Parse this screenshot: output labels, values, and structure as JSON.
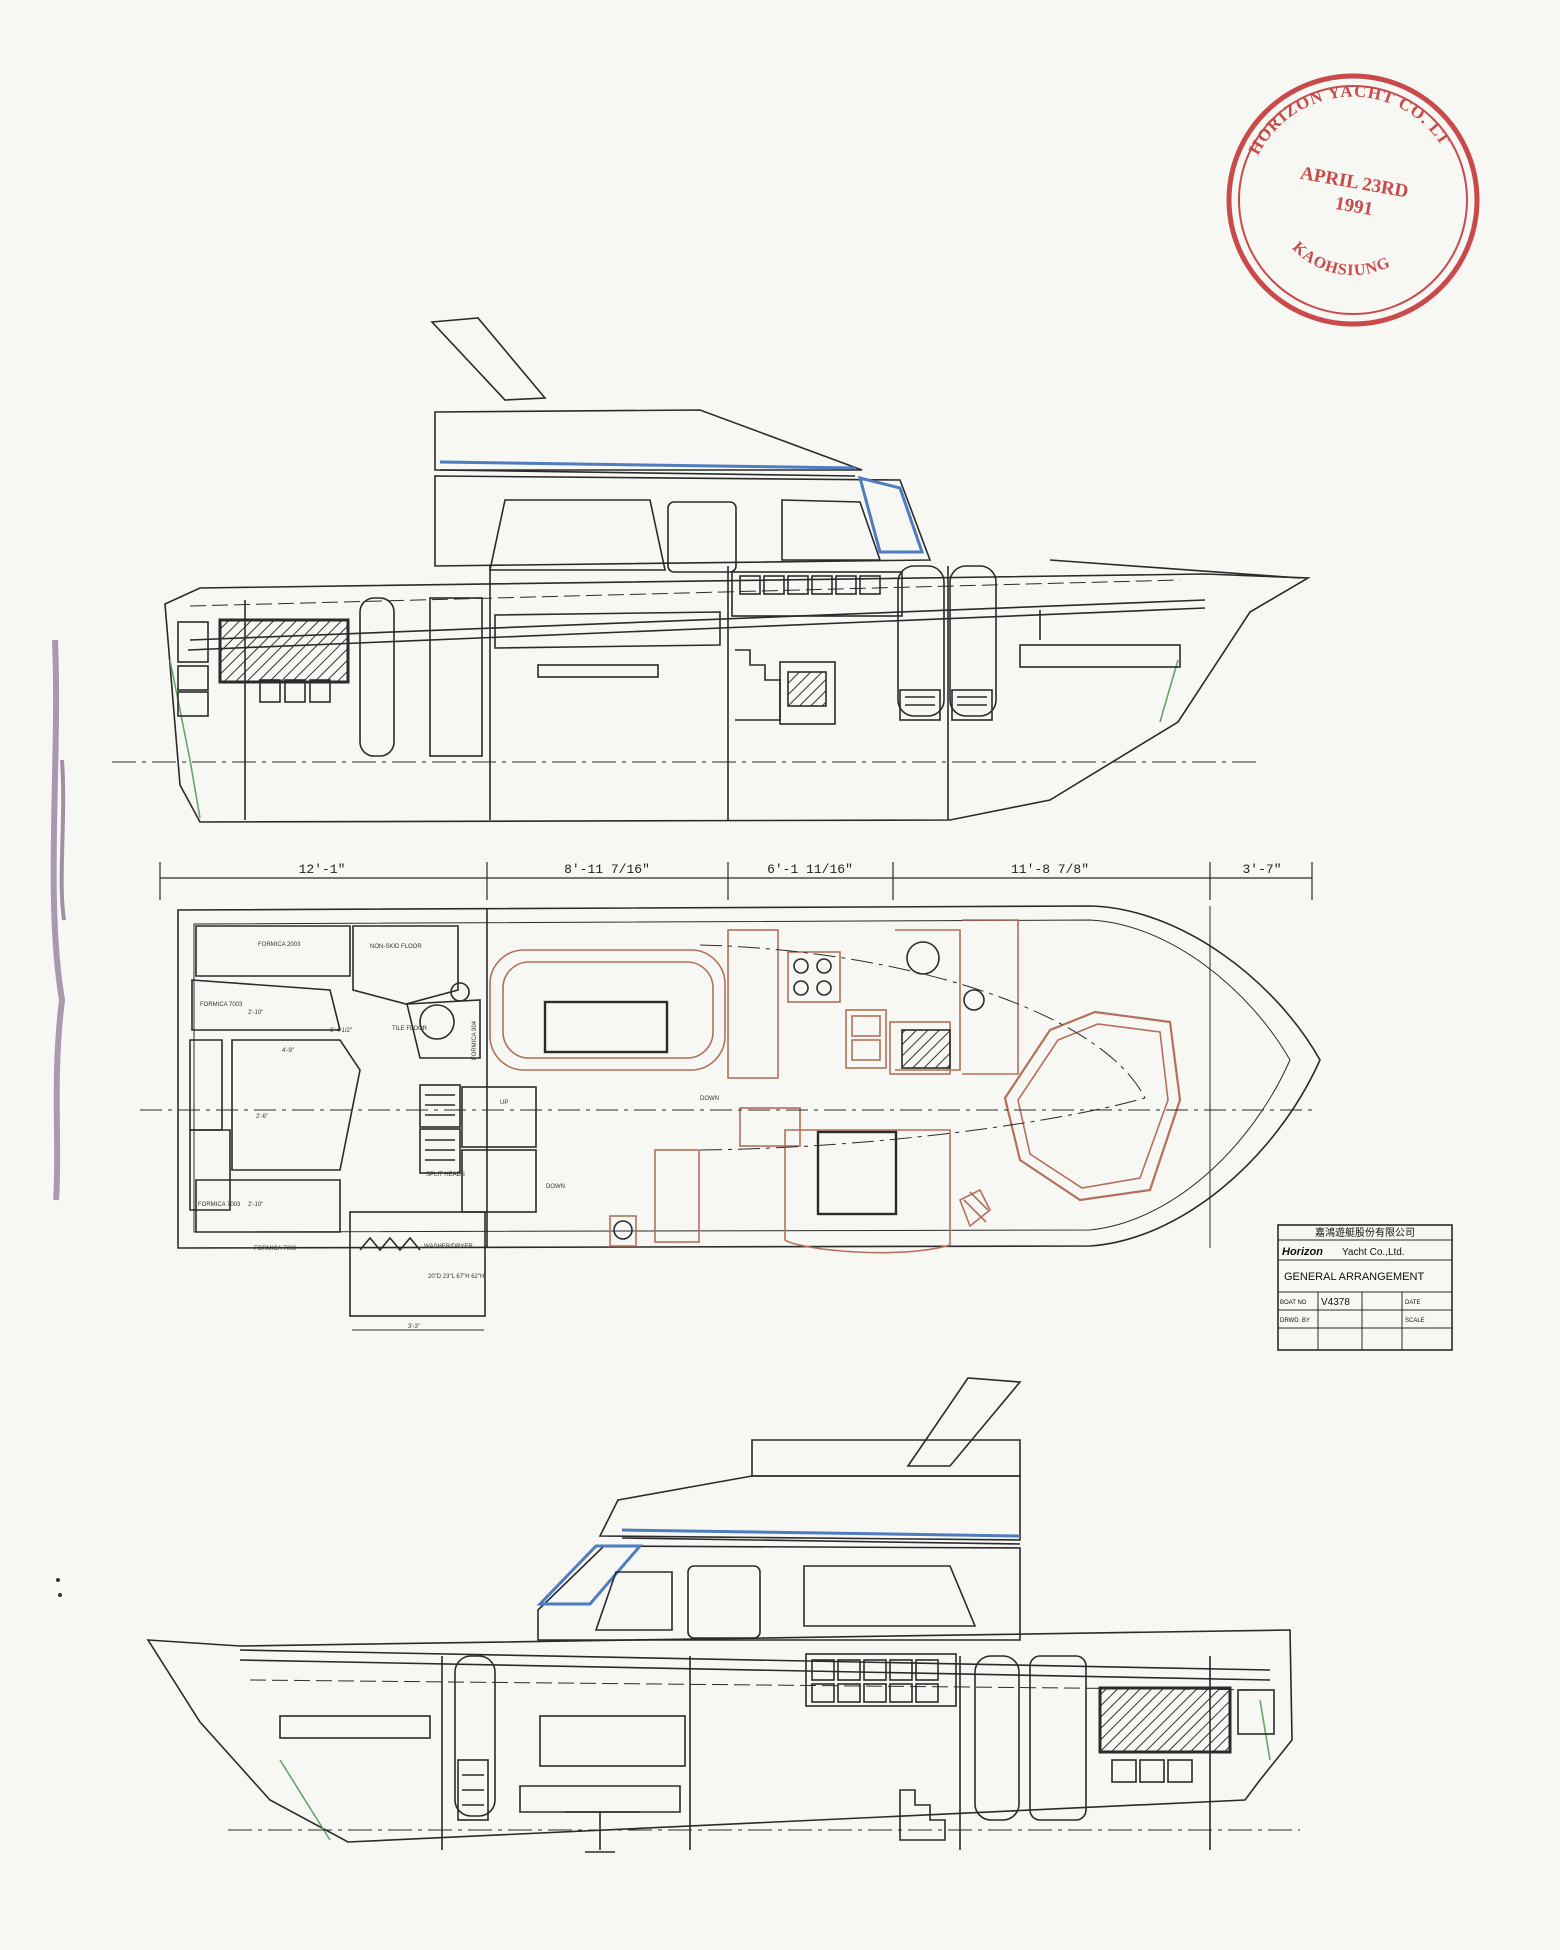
{
  "stamp": {
    "company": "HORIZON YACHT CO. LTD.",
    "date_line1": "APRIL 23RD",
    "date_line2": "1991",
    "city": "KAOHSIUNG",
    "color": "#c94a4a"
  },
  "dimensions": [
    "12'-1\"",
    "8'-11 7/16\"",
    "6'-1 11/16\"",
    "11'-8 7/8\"",
    "3'-7\""
  ],
  "plan_labels": {
    "formica_1": "FORMICA 2003",
    "non_skid": "NON-SKID FLOOR",
    "formica_2": "FORMICA 7003",
    "tile_floor": "TILE FLOOR",
    "formica_side": "FORMICA 904",
    "dim_a": "2'-10\"",
    "dim_b": "4'-9\"",
    "dim_c": "6'-4 1/2\"",
    "dim_d": "2'-6\"",
    "formica_3": "FORMICA 7003",
    "dim_e": "2'-10\"",
    "formica_4": "FORMICA 7003",
    "split_heads": "SPLIT HEADS",
    "up": "UP",
    "down_small": "DOWN",
    "washer": "WASHER/DRYER",
    "specs": "20\"D 23\"L 67\"H 62\"H",
    "dim_bottom": "3'-3\"",
    "down": "DOWN"
  },
  "title_block": {
    "company_cn": "嘉鴻遊艇股份有限公司",
    "company_brand": "Horizon",
    "company_suffix": "Yacht Co.,Ltd.",
    "drawing_title": "GENERAL ARRANGEMENT",
    "boat_no_label": "BOAT NO",
    "boat_no": "V4378",
    "date_label": "DATE",
    "drawn_label": "DRWD. BY",
    "scale_label": "SCALE"
  },
  "colors": {
    "ink": "#2b2b2b",
    "blue": "#4d7cc0",
    "brown": "#b4705a",
    "green": "#6aa36a"
  }
}
